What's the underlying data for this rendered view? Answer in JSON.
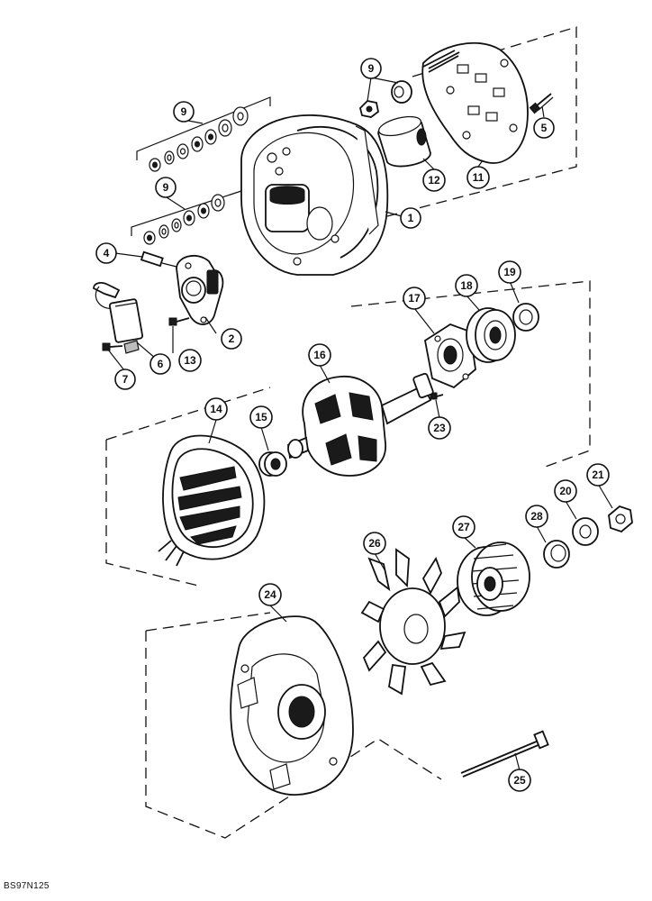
{
  "diagram": {
    "reference_code": "BS97N125",
    "callouts": {
      "c1": "1",
      "c2": "2",
      "c4": "4",
      "c5": "5",
      "c6": "6",
      "c7": "7",
      "c9a": "9",
      "c9b": "9",
      "c9c": "9",
      "c11": "11",
      "c12": "12",
      "c13": "13",
      "c14": "14",
      "c15": "15",
      "c16": "16",
      "c17": "17",
      "c18": "18",
      "c19": "19",
      "c20": "20",
      "c21": "21",
      "c23": "23",
      "c24": "24",
      "c25": "25",
      "c26": "26",
      "c27": "27",
      "c28": "28"
    }
  }
}
